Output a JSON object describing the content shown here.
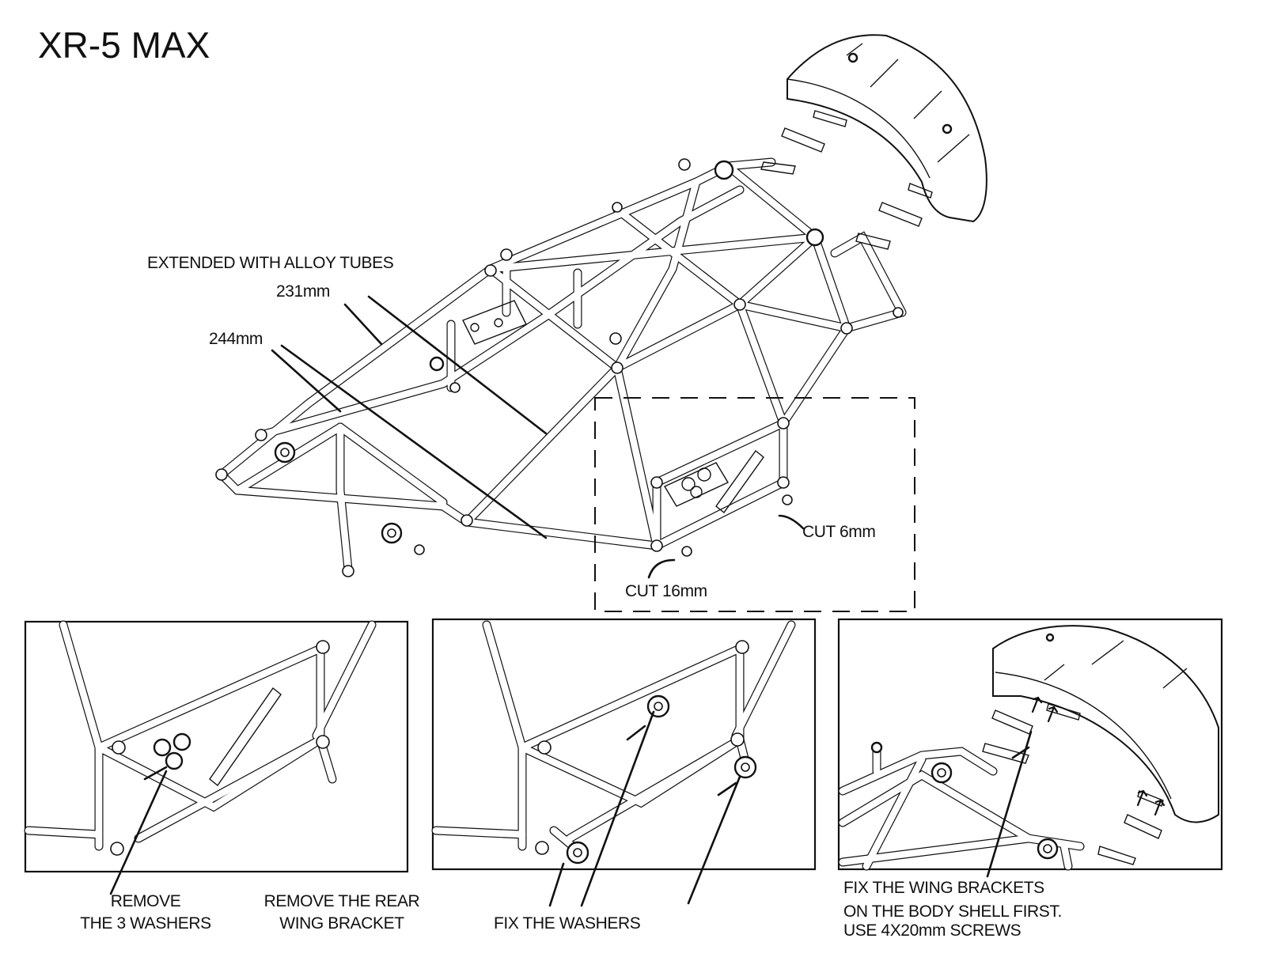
{
  "header": {
    "title": "XR-5 MAX"
  },
  "main_diagram": {
    "note": "EXTENDED WITH ALLOY TUBES",
    "tube_lengths": [
      "231mm",
      "244mm"
    ],
    "cuts": [
      "CUT 6mm",
      "CUT 16mm"
    ]
  },
  "steps": [
    {
      "captions": [
        "REMOVE",
        "THE 3 WASHERS"
      ]
    },
    {
      "captions": [
        "REMOVE THE REAR",
        "WING BRACKET"
      ]
    },
    {
      "captions": [
        "FIX THE WASHERS"
      ]
    },
    {
      "captions": [
        "FIX THE WING BRACKETS",
        "ON THE BODY SHELL FIRST.",
        "USE 4X20mm SCREWS"
      ]
    }
  ],
  "colors": {
    "ink": "#111111",
    "paper": "#ffffff"
  }
}
